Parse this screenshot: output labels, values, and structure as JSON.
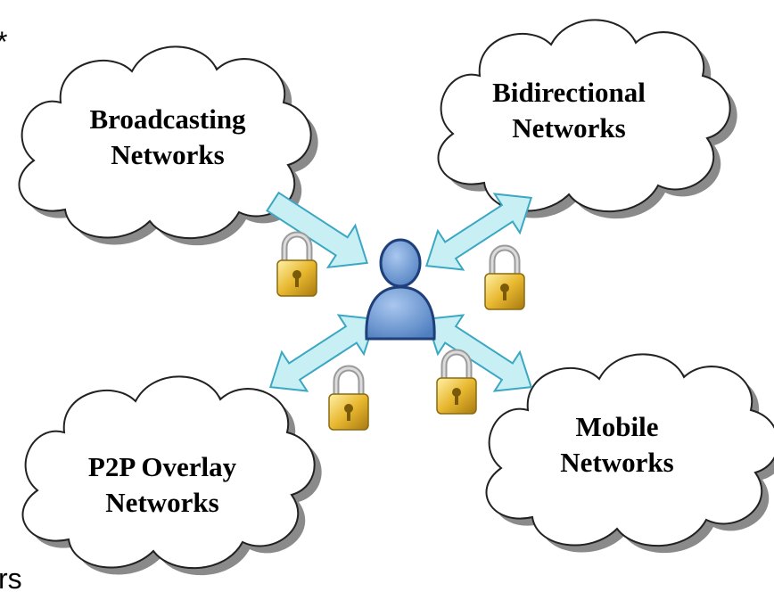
{
  "clouds": {
    "broadcasting": {
      "line1": "Broadcasting",
      "line2": "Networks"
    },
    "bidirectional": {
      "line1": "Bidirectional",
      "line2": "Networks"
    },
    "p2p": {
      "line1": "P2P Overlay",
      "line2": "Networks"
    },
    "mobile": {
      "line1": "Mobile",
      "line2": "Networks"
    }
  },
  "fragments": {
    "top_left": "*",
    "bottom_left": "rs"
  },
  "icons": {
    "user": "user-icon",
    "lock": "padlock-icon",
    "arrow": "arrow-icon"
  },
  "colors": {
    "arrow_fill": "#c8f0f4",
    "arrow_stroke": "#3ba7c2",
    "user_fill": "#6f9ad4",
    "user_stroke": "#1f3f7a",
    "lock_body": "#e8b830",
    "lock_shackle": "#b8b8b8",
    "cloud_shadow": "#8a8a8a"
  }
}
